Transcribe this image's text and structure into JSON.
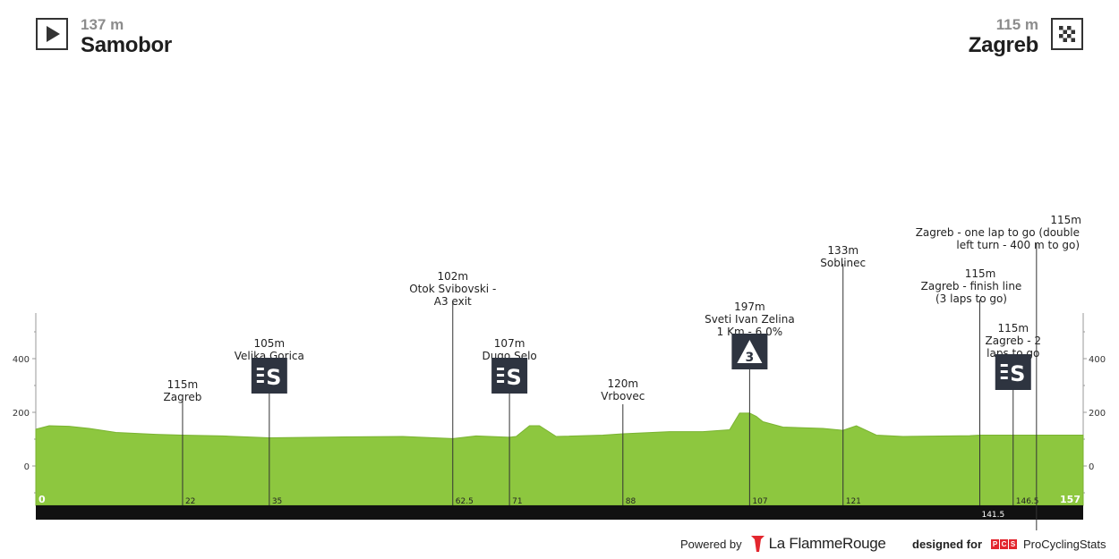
{
  "start": {
    "altitude": "137 m",
    "name": "Samobor",
    "icon": "play-flag-icon"
  },
  "finish": {
    "altitude": "115 m",
    "name": "Zagreb",
    "icon": "checkered-flag-icon"
  },
  "footer": {
    "powered_by": "Powered by",
    "brand": "La FlammeRouge",
    "designed_for": "designed for",
    "pcs_badge": [
      "P",
      "C",
      "S"
    ],
    "pcs_name": "ProCyclingStats"
  },
  "colors": {
    "profile_fill": "#8dc73f",
    "profile_stroke": "#7ab332",
    "base_bar": "#111111",
    "marker": "#333333",
    "badge": "#2e3440",
    "axis": "#999999"
  },
  "chart_data": {
    "type": "area",
    "title": "",
    "xlabel": "",
    "ylabel": "",
    "xlim": [
      0,
      157
    ],
    "ylim": [
      -150,
      550
    ],
    "y_ticks": [
      0,
      200,
      400
    ],
    "grid": false,
    "distance_km": [
      0,
      2,
      5,
      8,
      12,
      18,
      22,
      28,
      35,
      45,
      55,
      62.5,
      66,
      71,
      72,
      74,
      75.5,
      78,
      85,
      88,
      95,
      100,
      104,
      105.5,
      107,
      108,
      109,
      112,
      118,
      121,
      123,
      126,
      130,
      140,
      141.5,
      146.5,
      150,
      157
    ],
    "elevation_m": [
      137,
      150,
      148,
      140,
      125,
      118,
      115,
      112,
      105,
      108,
      110,
      102,
      112,
      107,
      110,
      150,
      150,
      110,
      115,
      120,
      128,
      128,
      135,
      197,
      197,
      185,
      165,
      145,
      140,
      133,
      150,
      115,
      110,
      113,
      115,
      115,
      115,
      115
    ],
    "km_labels": [
      "0",
      "22",
      "35",
      "62.5",
      "71",
      "88",
      "107",
      "121",
      "141.5",
      "146.5",
      "157"
    ],
    "points": [
      {
        "km": 22,
        "altitude": "115m",
        "label": [
          "Zagreb"
        ],
        "badge": ""
      },
      {
        "km": 35,
        "altitude": "105m",
        "label": [
          "Velika Gorica"
        ],
        "badge": "sprint"
      },
      {
        "km": 62.5,
        "altitude": "102m",
        "label": [
          "Otok Svibovski -",
          "A3 exit"
        ],
        "badge": ""
      },
      {
        "km": 71,
        "altitude": "107m",
        "label": [
          "Dugo Selo"
        ],
        "badge": "sprint"
      },
      {
        "km": 88,
        "altitude": "120m",
        "label": [
          "Vrbovec"
        ],
        "badge": ""
      },
      {
        "km": 107,
        "altitude": "197m",
        "label": [
          "Sveti Ivan Zelina",
          "1 Km - 6.0%"
        ],
        "badge": "kom",
        "badge_text": "3"
      },
      {
        "km": 121,
        "altitude": "133m",
        "label": [
          "Soblinec"
        ],
        "badge": ""
      },
      {
        "km": 141.5,
        "altitude": "115m",
        "label": [
          "Zagreb - finish line",
          "(3 laps to go)"
        ],
        "badge": ""
      },
      {
        "km": 146.5,
        "altitude": "115m",
        "label": [
          "Zagreb - 2",
          "laps to go"
        ],
        "badge": "sprint"
      },
      {
        "km": 150,
        "altitude": "115m",
        "label": [
          "Zagreb - one lap to go (double",
          "left turn - 400 m to go)"
        ],
        "badge": ""
      }
    ]
  }
}
